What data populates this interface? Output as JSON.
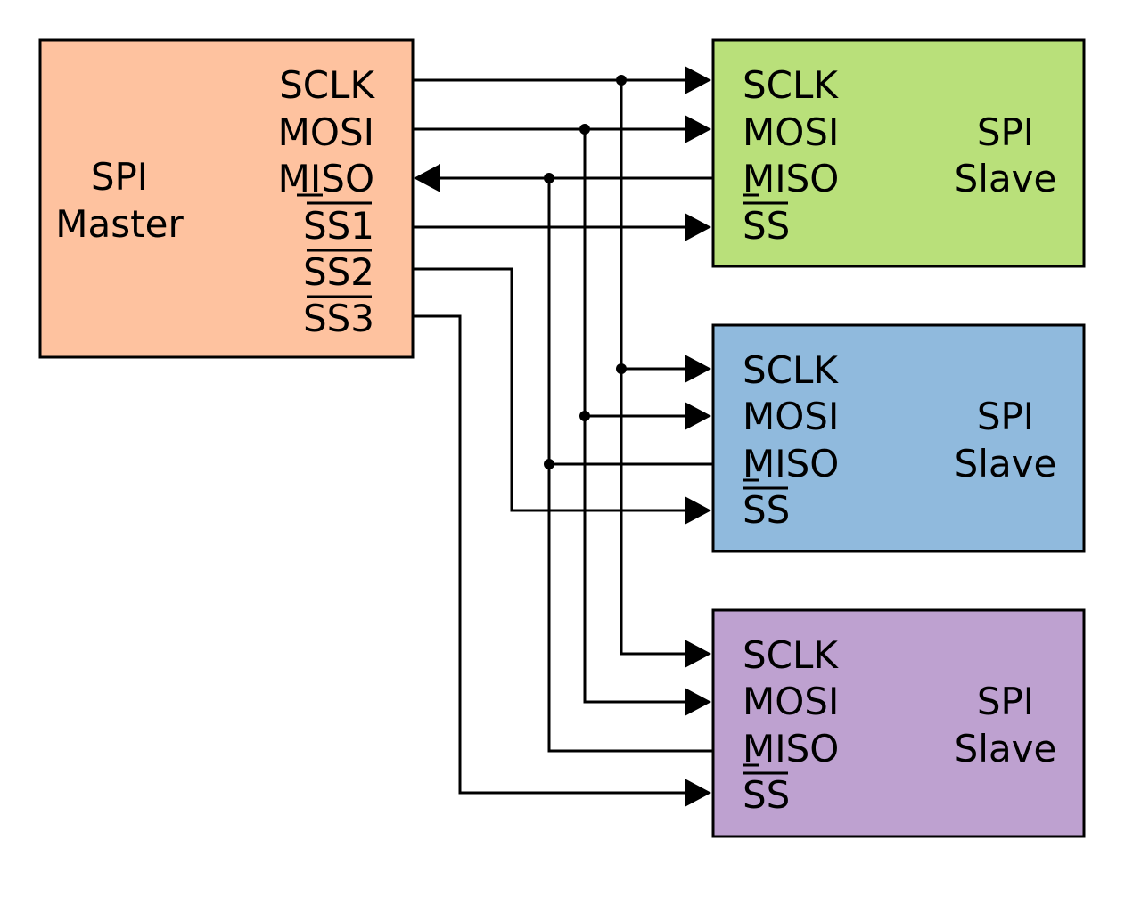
{
  "master": {
    "title_line1": "SPI",
    "title_line2": "Master",
    "color": "#fec29f",
    "pins": [
      "SCLK",
      "MOSI",
      "MISO",
      "SS1",
      "SS2",
      "SS3"
    ],
    "active_low_pins": [
      "SS1",
      "SS2",
      "SS3"
    ]
  },
  "slaves": [
    {
      "title_line1": "SPI",
      "title_line2": "Slave",
      "color": "#b9e07a",
      "pins": [
        "SCLK",
        "MOSI",
        "MISO",
        "SS"
      ],
      "active_low_pins": [
        "SS"
      ],
      "ss_source": "SS1"
    },
    {
      "title_line1": "SPI",
      "title_line2": "Slave",
      "color": "#90badd",
      "pins": [
        "SCLK",
        "MOSI",
        "MISO",
        "SS"
      ],
      "active_low_pins": [
        "SS"
      ],
      "ss_source": "SS2"
    },
    {
      "title_line1": "SPI",
      "title_line2": "Slave",
      "color": "#bea1d0",
      "pins": [
        "SCLK",
        "MOSI",
        "MISO",
        "SS"
      ],
      "active_low_pins": [
        "SS"
      ],
      "ss_source": "SS3"
    }
  ],
  "connections": [
    {
      "signal": "SCLK",
      "direction": "master-to-slaves",
      "shared": true
    },
    {
      "signal": "MOSI",
      "direction": "master-to-slaves",
      "shared": true
    },
    {
      "signal": "MISO",
      "direction": "slaves-to-master",
      "shared": true
    },
    {
      "signal": "SS1",
      "direction": "master-to-slave",
      "target": "slave 1"
    },
    {
      "signal": "SS2",
      "direction": "master-to-slave",
      "target": "slave 2"
    },
    {
      "signal": "SS3",
      "direction": "master-to-slave",
      "target": "slave 3"
    }
  ]
}
